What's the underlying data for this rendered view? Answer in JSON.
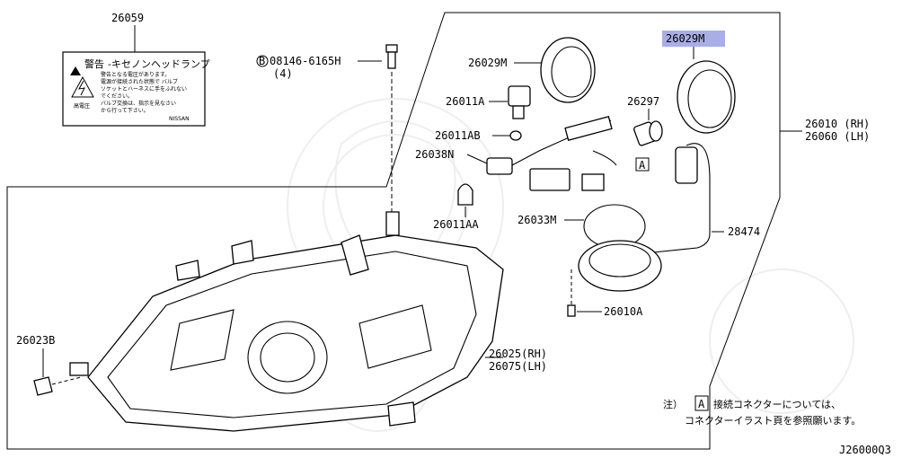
{
  "callouts": {
    "c26059": "26059",
    "c08146": "08146-6165H",
    "c08146_qty": "(4)",
    "c08146_prefix": "B",
    "c26029m_left": "26029M",
    "c26029m_right": "26029M",
    "c26011a": "26011A",
    "c26011ab": "26011AB",
    "c26038n": "26038N",
    "c26011aa": "26011AA",
    "c26033m": "26033M",
    "c26297": "26297",
    "c26010_rh": "26010 (RH)",
    "c26060_lh": "26060 (LH)",
    "c28474": "28474",
    "c26010a": "26010A",
    "c26023b": "26023B",
    "c26025_rh": "26025(RH)",
    "c26075_lh": "26075(LH)",
    "connector_tag": "A",
    "diagram_code": "J26000Q3"
  },
  "label_26059": {
    "warning": "警告",
    "title": "-キセノンヘッドランプ",
    "lines": [
      "警告となる電圧があります。",
      "電源が接続された状態で バルブ",
      "ソケットとハーネスに手をふれない",
      "でください。",
      "バルブ交換は、指示を見なさい",
      "から行って下さい。"
    ],
    "hv": "高電圧",
    "brand": "NISSAN"
  },
  "note": {
    "prefix": "注）",
    "tag": "A",
    "line1": "接続コネクターについては、",
    "line2": "コネクターイラスト頁を参照願います。"
  },
  "colors": {
    "highlight": "#a9aee6",
    "line": "#000000"
  }
}
